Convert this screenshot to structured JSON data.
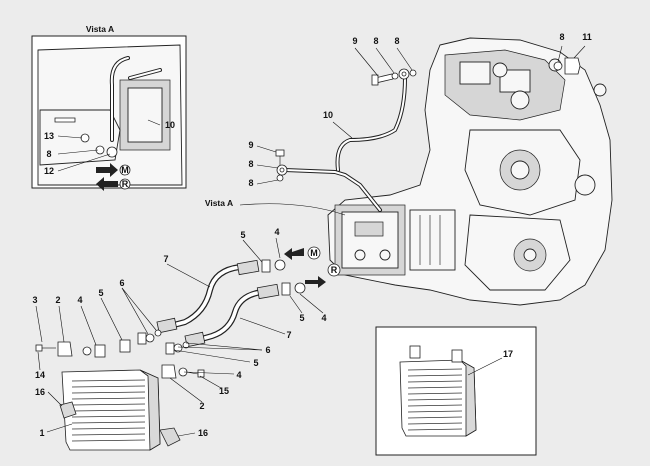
{
  "vista_a_inset_title": "Vista A",
  "vista_a_pointer_label": "Vista A",
  "arrow_labels": {
    "m": "M",
    "r": "R"
  },
  "callouts": {
    "c1": "1",
    "c2a": "2",
    "c2b": "2",
    "c3": "3",
    "c4a": "4",
    "c4b": "4",
    "c4c": "4",
    "c4d": "4",
    "c5a": "5",
    "c5b": "5",
    "c5c": "5",
    "c5d": "5",
    "c6a": "6",
    "c6b": "6",
    "c7a": "7",
    "c7b": "7",
    "c8a": "8",
    "c8b": "8",
    "c8c": "8",
    "c8d": "8",
    "c8e": "8",
    "c8f": "8",
    "c9a": "9",
    "c9b": "9",
    "c10a": "10",
    "c10b": "10",
    "c11": "11",
    "c12": "12",
    "c13": "13",
    "c14": "14",
    "c15": "15",
    "c16a": "16",
    "c16b": "16",
    "c17": "17"
  },
  "icons": [
    "oil-cooler-icon",
    "engine-block-icon",
    "hose-icon",
    "flow-arrow-icon"
  ]
}
